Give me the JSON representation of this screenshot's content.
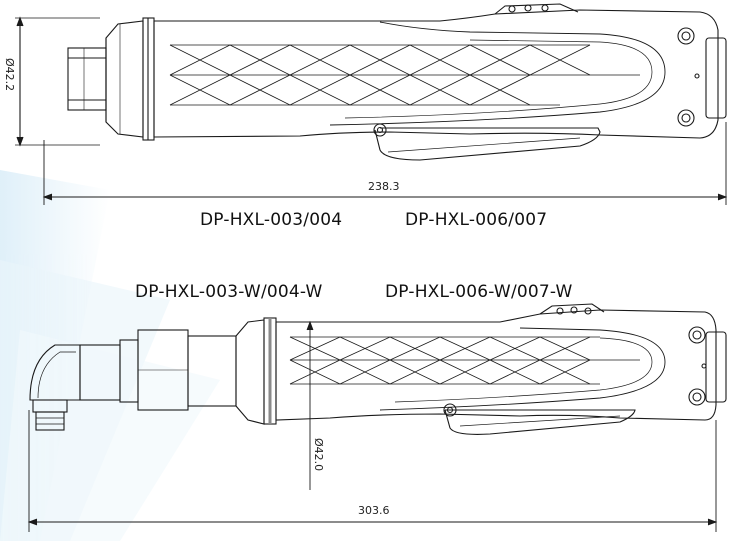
{
  "top_drawing": {
    "diameter_label": "Ø42.2",
    "length_label": "238.3",
    "model_left": "DP-HXL-003/004",
    "model_right": "DP-HXL-006/007"
  },
  "bottom_drawing": {
    "model_left": "DP-HXL-003-W/004-W",
    "model_right": "DP-HXL-006-W/007-W",
    "diameter_label": "Ø42.0",
    "length_label": "303.6"
  },
  "colors": {
    "line": "#1a1a1a",
    "accent_gray": "#8a8a8a",
    "bg_stripe": "#cfe6f4"
  }
}
